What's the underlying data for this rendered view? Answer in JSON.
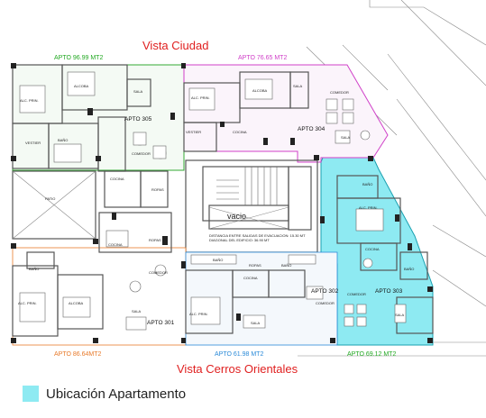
{
  "views": {
    "top": "Vista Ciudad",
    "bottom": "Vista Cerros Orientales"
  },
  "areas": {
    "apto305": "APTO  96.99 MT2",
    "apto304": "APTO  76.65 MT2",
    "apto301": "APTO  86.64MT2",
    "apto302": "APTO  61.98 MT2",
    "apto303": "APTO  69.12  MT2"
  },
  "apartments": {
    "a305": "APTO 305",
    "a304": "APTO 304",
    "a301": "APTO 301",
    "a302": "APTO 302",
    "a303": "APTO 303"
  },
  "rooms": {
    "alc_prin": "ALC. PRIN.",
    "alcoba": "ALCOBA",
    "sala": "SALA",
    "comedor": "COMEDOR",
    "cocina": "COCINA",
    "bano": "BAÑO",
    "ropas": "ROPAS",
    "vestier": "VESTIER",
    "patio": "PATIO",
    "vacio": "vacio"
  },
  "stair_note": {
    "line1": "DISTANCIA ENTRE SALIDAS DE EVACUACION: 15.30 MT",
    "line2": "DIAGONAL DEL EDIFICIO: 36.90 MT"
  },
  "legend": {
    "label": "Ubicación Apartamento",
    "color": "#8eeaf2"
  },
  "colors": {
    "apto305": "#22a822",
    "apto304": "#d040c8",
    "apto301": "#e87a2a",
    "apto302": "#2a8ad8",
    "apto303": "#22a822",
    "highlight": "#8eeaf2",
    "view_text": "#e02020"
  }
}
